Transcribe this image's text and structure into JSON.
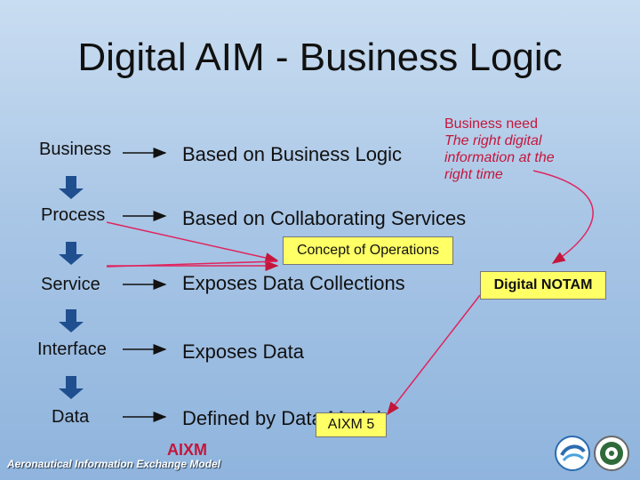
{
  "title": "Digital AIM - Business Logic",
  "left_column": [
    "Business",
    "Process",
    "Service",
    "Interface",
    "Data"
  ],
  "right_column": [
    "Based on Business Logic",
    "Based on Collaborating Services",
    "Exposes Data Collections",
    "Exposes Data",
    "Defined by Data Model"
  ],
  "callout": {
    "heading": "Business need",
    "lines": [
      "The right digital",
      "information at the",
      "right time"
    ]
  },
  "boxes": {
    "concept_of_operations": "Concept of Operations",
    "digital_notam": "Digital NOTAM",
    "aixm5": "AIXM 5"
  },
  "footer": {
    "aixm_logo": "AIXM",
    "aixm_full": "Aeronautical Information Exchange Model"
  },
  "colors": {
    "background_top": "#c9ddf1",
    "background_bottom": "#8fb4dd",
    "accent_red": "#c4163b",
    "box_yellow": "#ffff66",
    "arrow_blue": "#1f4f8f"
  }
}
